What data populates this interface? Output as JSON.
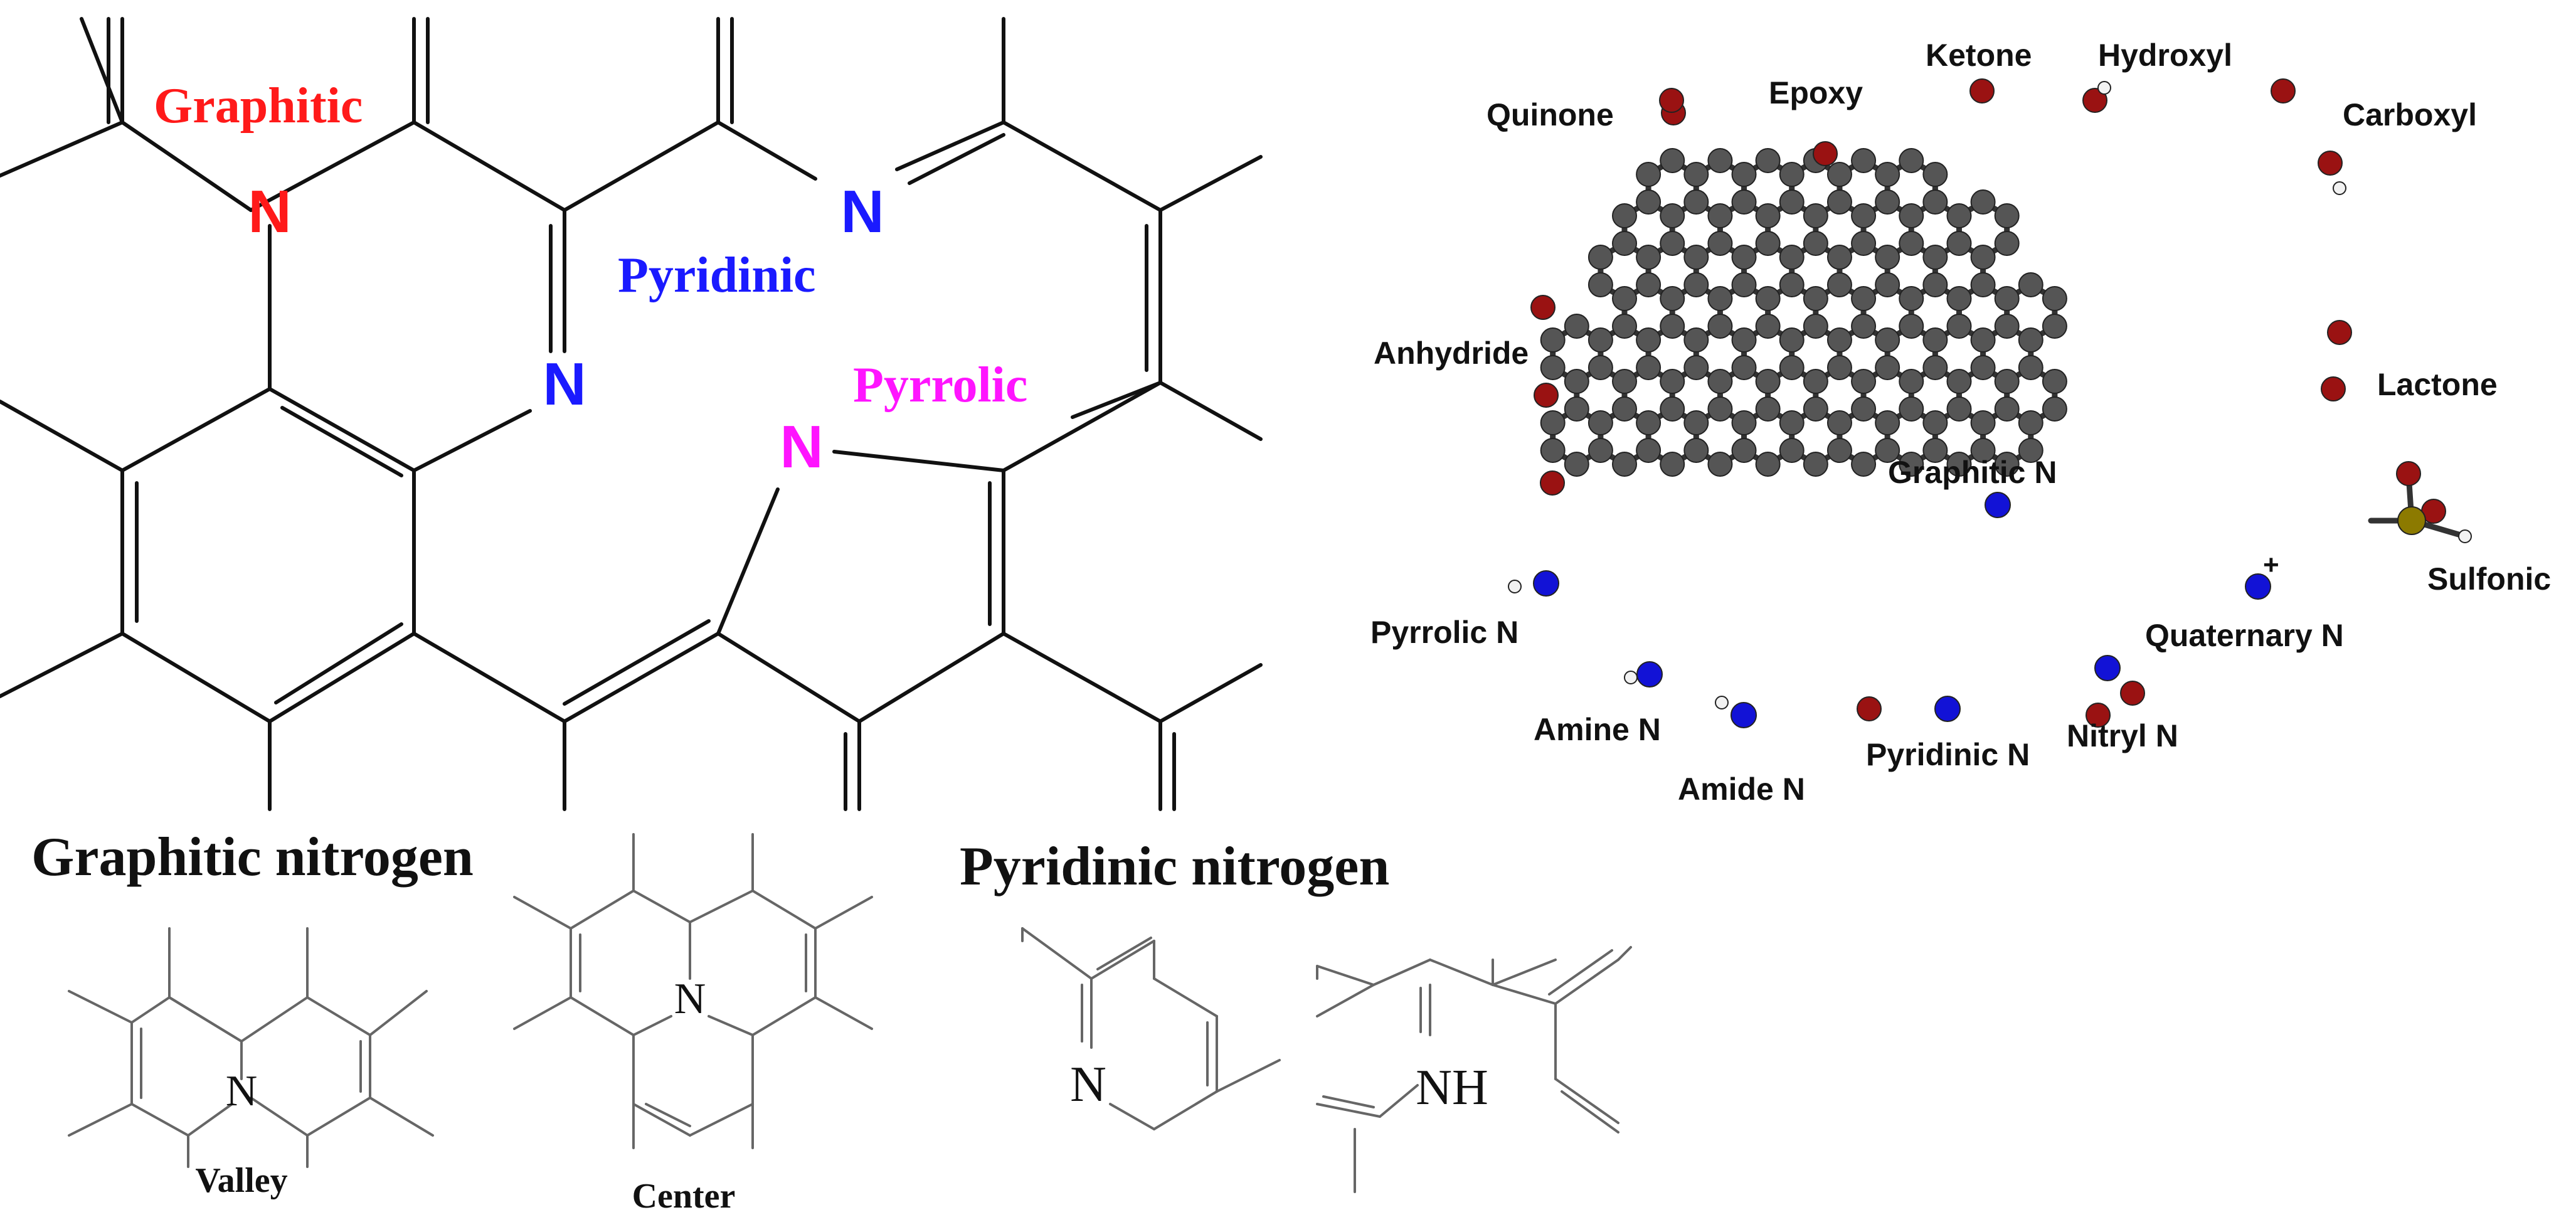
{
  "colors": {
    "graphitic": "#ff1a1a",
    "pyridinic": "#1a1aff",
    "pyrrolic": "#ff14ff",
    "carbon_atom": "#555555",
    "nitrogen_atom": "#1212d6",
    "oxygen_atom": "#9a1212",
    "hydrogen_atom": "#f2f2f2",
    "sulfur_atom": "#8c7a00",
    "bond_line": "#111111"
  },
  "panel_a": {
    "graphitic_label": "Graphitic",
    "pyridinic_label": "Pyridinic",
    "pyrrolic_label": "Pyrrolic",
    "n_symbol": "N"
  },
  "panel_b": {
    "labels": {
      "quinone": "Quinone",
      "epoxy": "Epoxy",
      "ketone": "Ketone",
      "hydroxyl": "Hydroxyl",
      "carboxyl": "Carboxyl",
      "anhydride": "Anhydride",
      "lactone": "Lactone",
      "graphitic_n": "Graphitic N",
      "sulfonic": "Sulfonic",
      "pyrrolic_n": "Pyrrolic N",
      "quaternary_n": "Quaternary N",
      "amine_n": "Amine N",
      "amide_n": "Amide  N",
      "pyridinic_n": "Pyridinic N",
      "nitryl_n": "Nitryl N",
      "plus": "+"
    }
  },
  "panel_c": {
    "title": "Graphitic nitrogen",
    "valley_label": "Valley",
    "center_label": "Center",
    "n_symbol": "N"
  },
  "panel_d": {
    "title": "Pyridinic nitrogen",
    "n_symbol": "N",
    "nh_symbol": "NH"
  }
}
